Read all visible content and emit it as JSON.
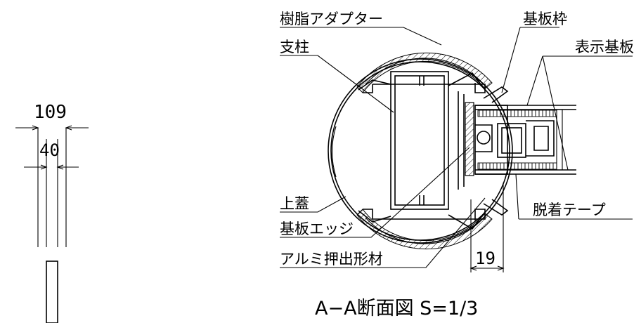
{
  "dimensions": {
    "outer_width": "109",
    "inner_width": "40",
    "offset": "19"
  },
  "labels": {
    "resin_adapter": "樹脂アダプター",
    "post": "支柱",
    "board_frame": "基板枠",
    "display_board": "表示基板",
    "top_cover": "上蓋",
    "board_edge": "基板エッジ",
    "aluminum_extrusion": "アルミ押出形材",
    "removable_tape": "脱着テープ"
  },
  "caption": "A−A断面図 S=1/3",
  "colors": {
    "ink": "#000000",
    "background": "#ffffff"
  }
}
